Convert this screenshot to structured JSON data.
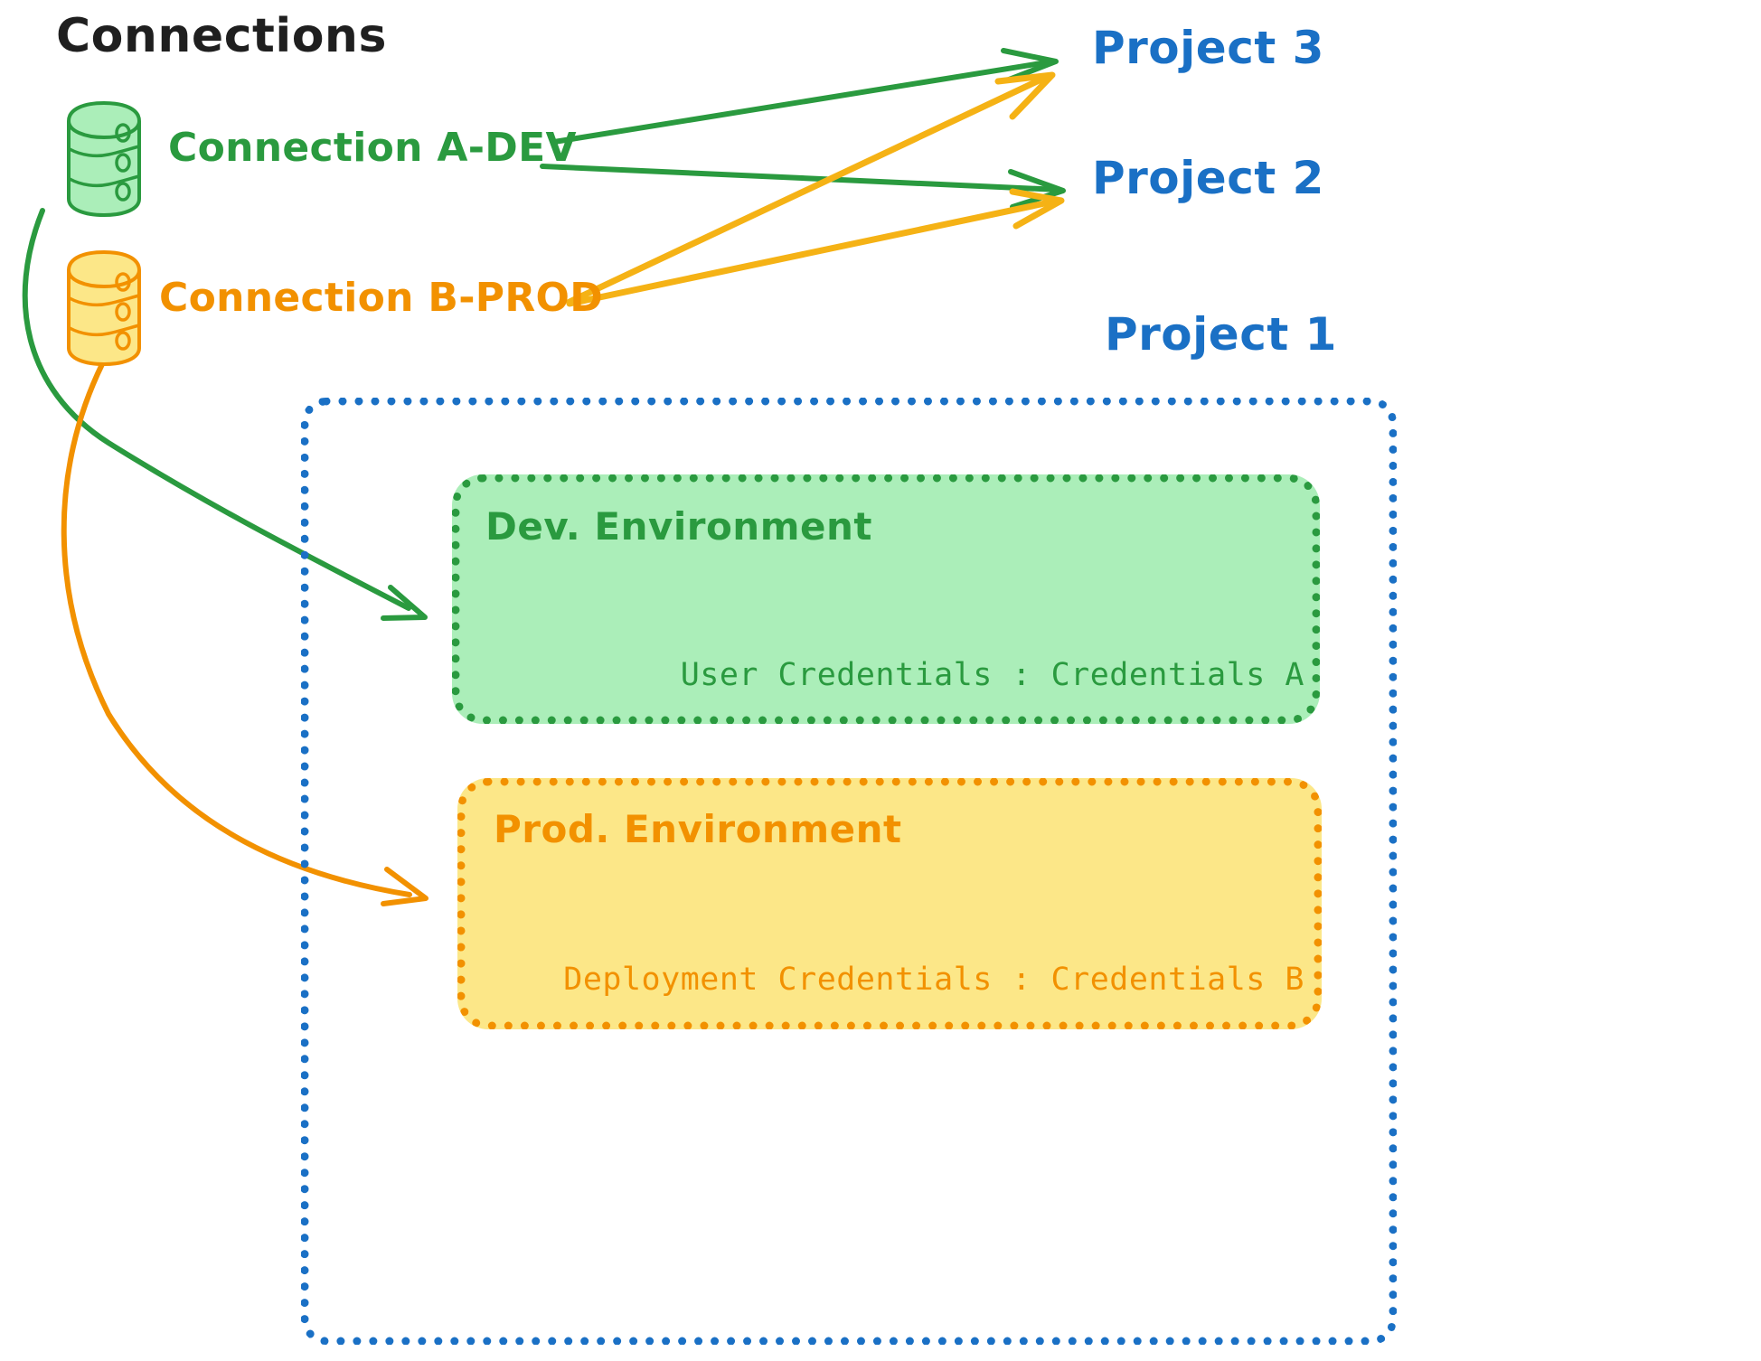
{
  "diagram": {
    "title": "Connections",
    "background": "#ffffff",
    "colors": {
      "green_stroke": "#2a9a3f",
      "green_fill": "#abeeb9",
      "orange_stroke": "#f29100",
      "orange_fill": "#fce788",
      "blue": "#1a70c5",
      "black": "#1f1f1f"
    }
  },
  "connections": [
    {
      "id": "connection-a-dev",
      "label": "Connection A-DEV",
      "color": "#2a9a3f",
      "icon": "database-cylinder-icon"
    },
    {
      "id": "connection-b-prod",
      "label": "Connection B-PROD",
      "color": "#f29100",
      "icon": "database-cylinder-icon"
    }
  ],
  "projects": [
    {
      "id": "project-3",
      "label": "Project 3",
      "color": "#1a70c5"
    },
    {
      "id": "project-2",
      "label": "Project 2",
      "color": "#1a70c5"
    },
    {
      "id": "project-1",
      "label": "Project 1",
      "color": "#1a70c5"
    }
  ],
  "project1": {
    "label": "Project 1",
    "environments": [
      {
        "id": "dev-environment",
        "title": "Dev. Environment",
        "credentials_label": "User Credentials",
        "credentials_separator": ":",
        "credentials_value": "Credentials A",
        "credentials_line": "User Credentials : Credentials A",
        "fill": "#abeeb9",
        "stroke": "#2a9a3f"
      },
      {
        "id": "prod-environment",
        "title": "Prod. Environment",
        "credentials_label": "Deployment Credentials",
        "credentials_separator": ":",
        "credentials_value": "Credentials B",
        "credentials_line": "Deployment Credentials : Credentials B",
        "fill": "#fce788",
        "stroke": "#f29100"
      }
    ]
  },
  "edges": [
    {
      "id": "edge-a-dev-to-project-3",
      "from": "connection-a-dev",
      "to": "project-3",
      "color": "#2a9a3f"
    },
    {
      "id": "edge-a-dev-to-project-2",
      "from": "connection-a-dev",
      "to": "project-2",
      "color": "#2a9a3f"
    },
    {
      "id": "edge-a-dev-to-dev-environment",
      "from": "connection-a-dev",
      "to": "dev-environment",
      "color": "#2a9a3f"
    },
    {
      "id": "edge-b-prod-to-project-3",
      "from": "connection-b-prod",
      "to": "project-3",
      "color": "#f5b215"
    },
    {
      "id": "edge-b-prod-to-project-2",
      "from": "connection-b-prod",
      "to": "project-2",
      "color": "#f5b215"
    },
    {
      "id": "edge-b-prod-to-prod-environment",
      "from": "connection-b-prod",
      "to": "prod-environment",
      "color": "#f29100"
    }
  ]
}
